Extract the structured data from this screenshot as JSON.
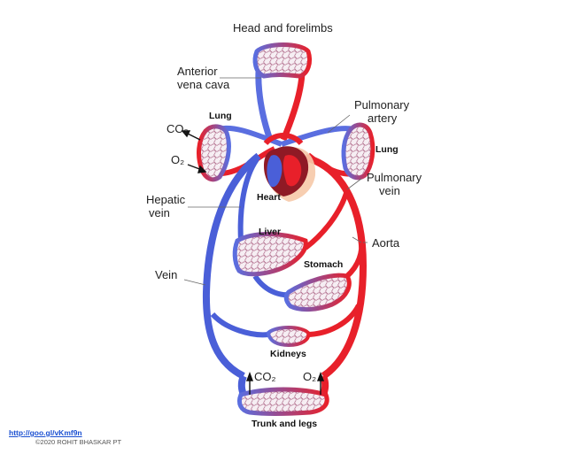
{
  "labels": {
    "head": "Head and forelimbs",
    "anterior_vena_cava_1": "Anterior",
    "anterior_vena_cava_2": "vena cava",
    "pulmonary_artery_1": "Pulmonary",
    "pulmonary_artery_2": "artery",
    "lung_left": "Lung",
    "lung_right": "Lung",
    "co2_top": "CO₂",
    "o2_top": "O₂",
    "heart": "Heart",
    "pulmonary_vein_1": "Pulmonary",
    "pulmonary_vein_2": "vein",
    "hepatic_vein_1": "Hepatic",
    "hepatic_vein_2": "vein",
    "liver": "Liver",
    "aorta": "Aorta",
    "stomach": "Stomach",
    "vein": "Vein",
    "kidneys": "Kidneys",
    "co2_bottom": "CO₂",
    "o2_bottom": "O₂",
    "trunk": "Trunk and legs"
  },
  "footer": {
    "link": "http://goo.gl/vKmf9n",
    "copyright": "©2020 ROHIT BHASKAR PT"
  },
  "colors": {
    "oxygenated": "#e8202a",
    "deoxygenated": "#4a5fd8",
    "capillary_fill": "#f4eef2",
    "heart_shadow": "#f6c9a8"
  }
}
